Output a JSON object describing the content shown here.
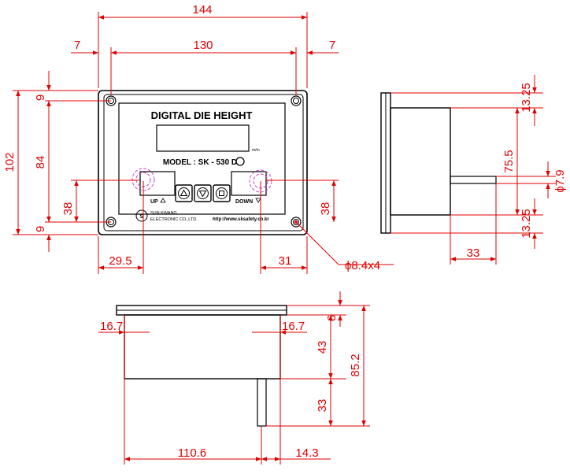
{
  "panel": {
    "title": "DIGITAL  DIE HEIGHT",
    "unit": "m/m",
    "model": "MODEL : SK - 530 D",
    "up_label": "UP",
    "down_label": "DOWN",
    "brand_line1": "SUN KWANG",
    "brand_line2": "ELECTRONIC  CO.,LTD.",
    "website": "http://www.sksafety.co.kr"
  },
  "front_dims": {
    "overall_width": "144",
    "hole_spacing_width": "130",
    "left_offset": "7",
    "right_offset": "7",
    "overall_height": "102",
    "hole_spacing_height": "84",
    "top_margin": "9",
    "bottom_margin": "9",
    "left_button_height": "38",
    "right_button_height": "38",
    "left_button_offset": "29.5",
    "right_button_offset": "31",
    "hole_callout": "ϕ8.4x4"
  },
  "side_dims": {
    "top_margin": "13.25",
    "bottom_margin": "13.25",
    "shaft_height": "75.5",
    "shaft_diameter": "ϕ7.9",
    "shaft_length": "33"
  },
  "bottom_dims": {
    "left_inset": "16.7",
    "right_inset": "16.7",
    "flange": "6",
    "upper_depth": "43",
    "shaft_depth": "33",
    "total_depth": "85.2",
    "body_width": "110.6",
    "shaft_offset": "14.3"
  },
  "colors": {
    "dimension": "#e00000",
    "outline": "#000000",
    "highlight": "#cc44cc"
  }
}
